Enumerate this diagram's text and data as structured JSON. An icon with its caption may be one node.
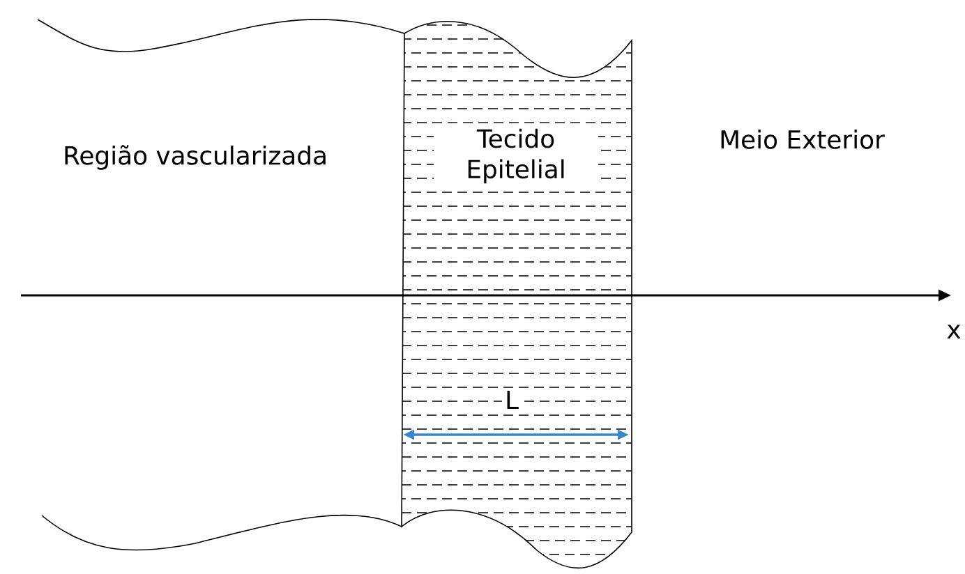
{
  "diagram": {
    "nodes": [
      {
        "text": [
          "Tecido Epitelial"
        ]
      }
    ],
    "labels": [
      "Região vascularizada",
      "Meio Exterior",
      "L",
      "x"
    ]
  }
}
